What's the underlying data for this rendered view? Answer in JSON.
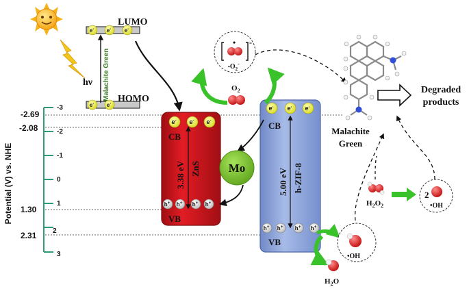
{
  "axis": {
    "label": "Potential (V) vs. NHE",
    "ticks": [
      "-3",
      "-2",
      "-1",
      "0",
      "1",
      "2",
      "3"
    ],
    "levels": [
      "-2.69",
      "-2.08",
      "1.30",
      "2.31"
    ]
  },
  "dye": {
    "lumo": "LUMO",
    "homo": "HOMO",
    "name": "Malachite Green",
    "hv": "hν"
  },
  "zns": {
    "cb": "CB",
    "vb": "VB",
    "gap": "3.38 eV",
    "name": "ZnS"
  },
  "zif": {
    "cb": "CB",
    "vb": "VB",
    "gap": "5.00 eV",
    "name": "h-ZIF-8"
  },
  "mo": "Mo",
  "species": {
    "electron": "e",
    "electron_sup": "-",
    "hole": "h",
    "hole_sup": "+",
    "o2": "O",
    "o2_sub": "2",
    "superoxide_dot": "•",
    "superoxide": "O",
    "superoxide_sub": "2",
    "superoxide_sup": "-",
    "hydroxyl": "•OH",
    "h2o_main": "H",
    "h2o_sub": "2",
    "h2o_tail": "O",
    "h2o2_main": "H",
    "h2o2_sub": "2",
    "h2o2_tail": "O",
    "h2o2_sub2": "2",
    "two": "2",
    "hydroxyl2": "•OH"
  },
  "product": {
    "line1": "Degraded",
    "line2": "products",
    "dye_line1": "Malachite",
    "dye_line2": "Green"
  },
  "colors": {
    "zns_red": "#c8161d",
    "zif_blue": "#8fa6dc",
    "mo_green": "#78c12e",
    "dye_green": "#3c7d2a",
    "product_red": "#a51c1c",
    "electron_yellow": "#f2f04a",
    "axis_teal": "#2e9a7a"
  }
}
